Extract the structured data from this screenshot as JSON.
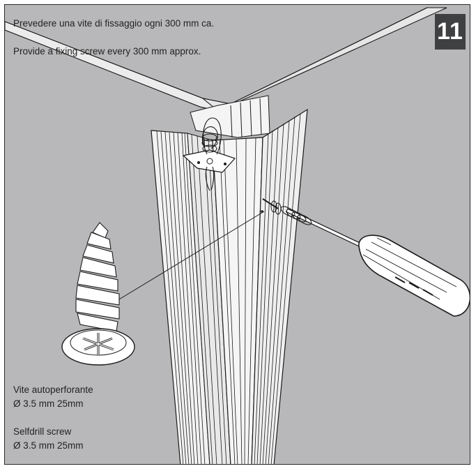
{
  "instructions": {
    "note_it": "Prevedere una vite di fissaggio ogni 300 mm ca.",
    "note_en": "Provide a fixing screw every 300 mm approx."
  },
  "step": {
    "number": "11"
  },
  "screw": {
    "name_it": "Vite autoperforante",
    "size_it": "Ø 3.5 mm 25mm",
    "name_en": "Selfdrill screw",
    "size_en": "Ø 3.5 mm 25mm"
  },
  "colors": {
    "background": "#b8b8ba",
    "badge": "#3f4041",
    "line": "#1a1a1a"
  },
  "icons": [
    "screwdriver-icon",
    "screw-icon",
    "aluminium-profile-illustration",
    "ceiling-corner-illustration"
  ]
}
